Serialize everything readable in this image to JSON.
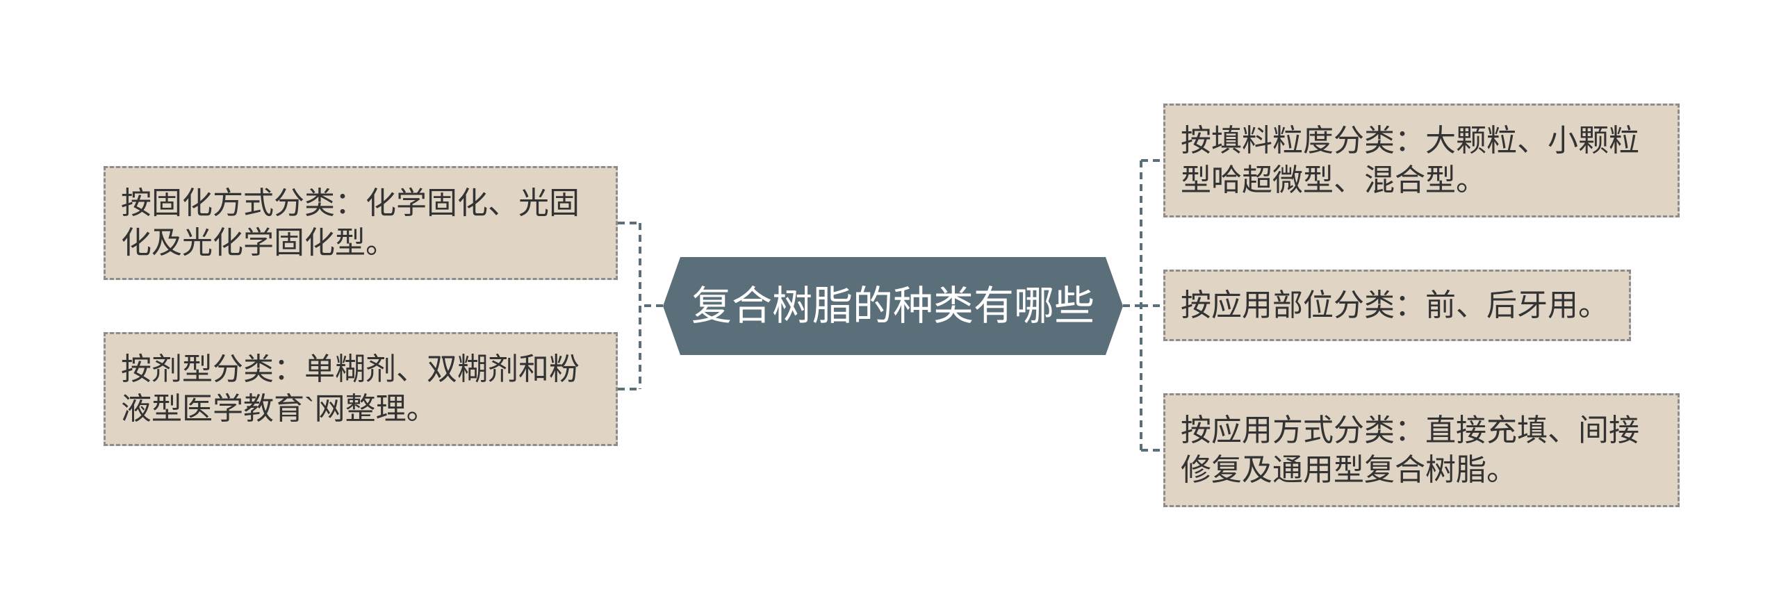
{
  "colors": {
    "background": "#ffffff",
    "center_fill": "#5b6f7b",
    "center_text": "#ffffff",
    "node_fill": "#e0d5c4",
    "node_border": "#8c8c8c",
    "node_text": "#333333",
    "connector": "#5b6f7b"
  },
  "center": {
    "text": "复合树脂的种类有哪些"
  },
  "left_nodes": [
    {
      "text": "按固化方式分类：化学固化、光固化及光化学固化型。"
    },
    {
      "text": "按剂型分类：单糊剂、双糊剂和粉液型医学教育`网整理。"
    }
  ],
  "right_nodes": [
    {
      "text": "按填料粒度分类：大颗粒、小颗粒型哈超微型、混合型。"
    },
    {
      "text": "按应用部位分类：前、后牙用。"
    },
    {
      "text": "按应用方式分类：直接充填、间接修复及通用型复合树脂。"
    }
  ]
}
